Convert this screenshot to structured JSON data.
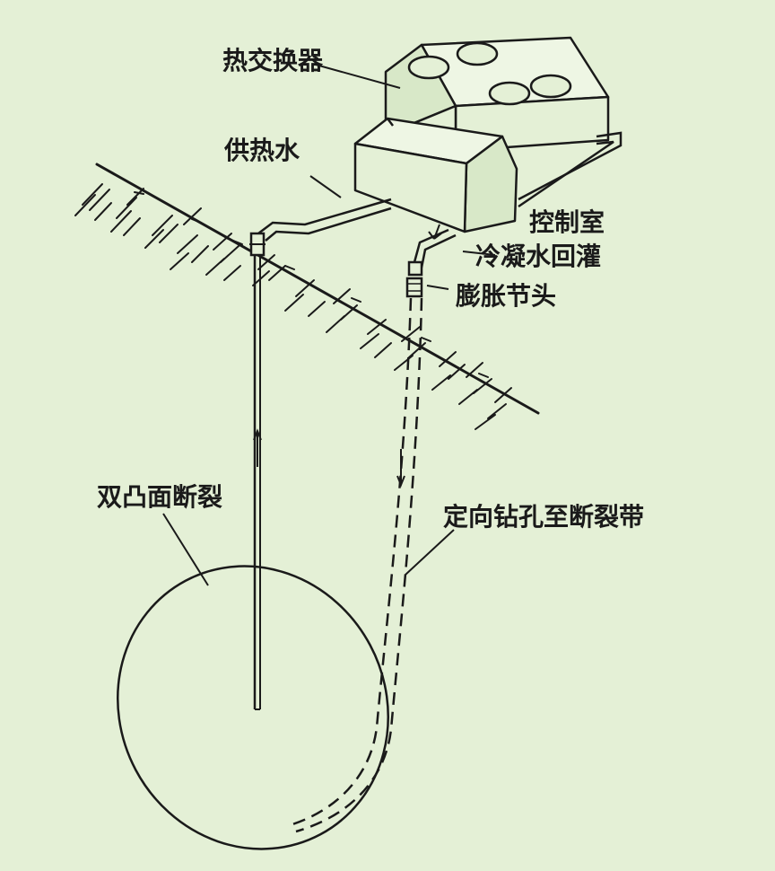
{
  "labels": {
    "heat_exchanger": "热交换器",
    "hot_water_supply": "供热水",
    "control_room": "控制室",
    "condensate_reinjection": "冷凝水回灌",
    "expansion_joint": "膨胀节头",
    "biconvex_fault": "双凸面断裂",
    "directional_drilling": "定向钻孔至断裂带"
  },
  "colors": {
    "background": "#e4f0d6",
    "ink": "#1a1a1a"
  }
}
